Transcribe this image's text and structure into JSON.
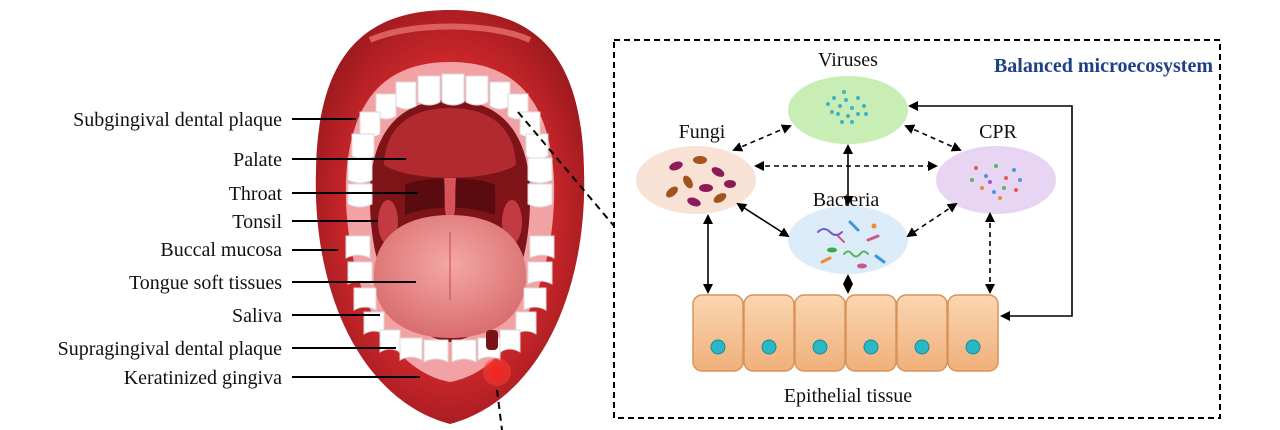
{
  "mouth_labels": [
    "Subgingival dental plaque",
    "Palate",
    "Throat",
    "Tonsil",
    "Buccal mucosa",
    "Tongue soft tissues",
    "Saliva",
    "Supragingival dental plaque",
    "Keratinized gingiva"
  ],
  "panel": {
    "title": "Balanced microecosystem",
    "viruses": "Viruses",
    "fungi": "Fungi",
    "cpr": "CPR",
    "bacteria": "Bacteria",
    "epithelium": "Epithelial tissue"
  },
  "colors": {
    "title": "#1f3f86",
    "viruses_fill": "#c9eeb5",
    "fungi_fill": "#f8e2d6",
    "cpr_fill": "#e7d5f3",
    "bacteria_fill": "#dcebf8",
    "cell_fill": "#f6c69a",
    "nucleus": "#2ab7c6",
    "lip": "#c9282c",
    "tongue": "#ea8c8c"
  },
  "icons": [
    "mouth-illustration",
    "virus-particles",
    "fungi-particles",
    "cpr-particles",
    "bacteria-particles",
    "epithelial-cells"
  ]
}
